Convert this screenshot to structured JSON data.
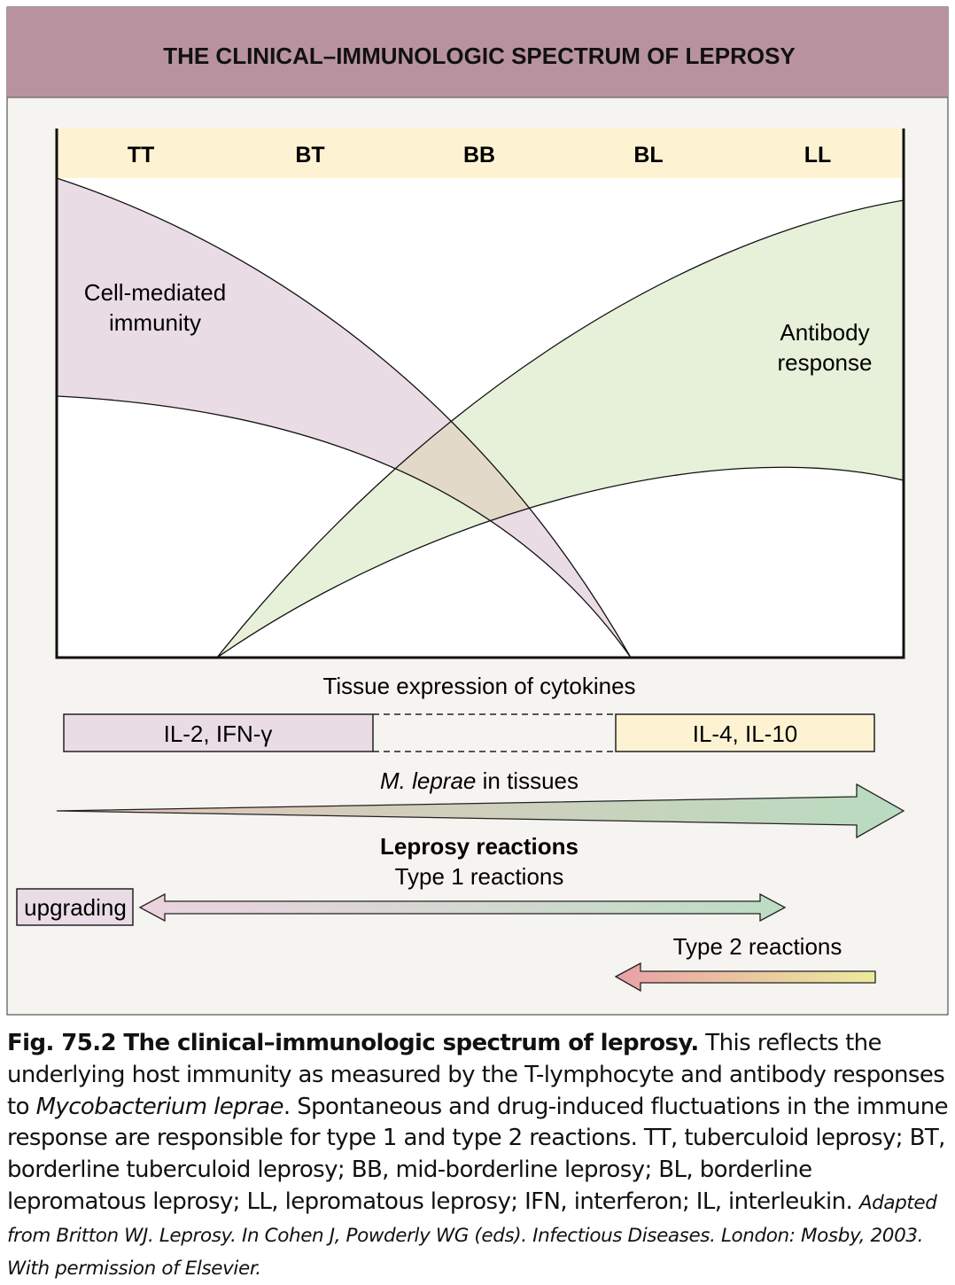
{
  "header": {
    "title": "THE CLINICAL–IMMUNOLOGIC SPECTRUM OF LEPROSY"
  },
  "spectrum": {
    "categories": [
      "TT",
      "BT",
      "BB",
      "BL",
      "LL"
    ]
  },
  "bands": {
    "cell_mediated_line1": "Cell-mediated",
    "cell_mediated_line2": "immunity",
    "antibody_line1": "Antibody",
    "antibody_line2": "response"
  },
  "cytokines": {
    "title": "Tissue expression of cytokines",
    "left_box": "IL-2, IFN-γ",
    "right_box": "IL-4, IL-10"
  },
  "bacilli": {
    "label_italic": "M. leprae",
    "label_rest": " in tissues"
  },
  "reactions": {
    "title": "Leprosy reactions",
    "type1": "Type 1 reactions",
    "upgrading": "upgrading",
    "type2": "Type 2 reactions"
  },
  "colors": {
    "header_bg": "#b8939f",
    "category_bar": "#fdf3d3",
    "cmi_fill": "#eadce4",
    "antibody_fill": "#e7f0d9",
    "overlap_fill": "#e2d9c8",
    "panel_bg": "#f6f4f0"
  },
  "caption": {
    "fig_title": "Fig. 75.2 The clinical–immunologic spectrum of leprosy.",
    "text1": " This reflects the underlying host immunity as measured by the T-lymphocyte and antibody responses to ",
    "organism": "Mycobacterium leprae",
    "text2": ". Spontaneous and drug-induced fluctuations in the immune response are responsible for type 1 and type 2 reactions. TT, tuberculoid leprosy; BT, borderline tuberculoid leprosy; BB, mid-borderline leprosy; BL, borderline lepromatous leprosy; LL, lepromatous leprosy; IFN, interferon; IL, interleukin. ",
    "source": "Adapted from Britton WJ. Leprosy. In Cohen J, Powderly WG (eds). Infectious Diseases. London: Mosby, 2003. With permission of Elsevier."
  }
}
